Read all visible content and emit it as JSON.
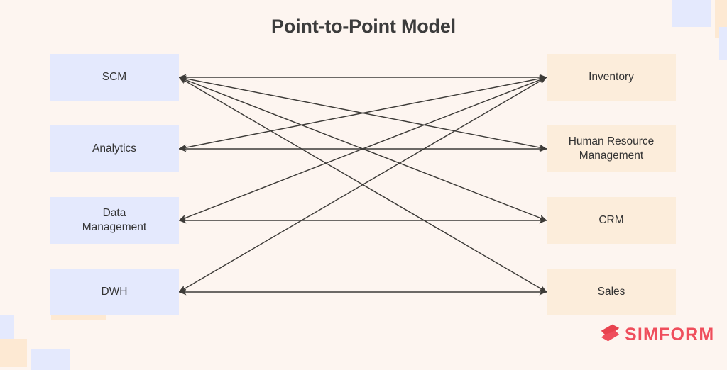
{
  "page": {
    "title": "Point-to-Point Model",
    "background_color": "#fdf5f0"
  },
  "colors": {
    "left_node": "#e4e9fd",
    "right_node": "#fceddb",
    "text": "#333333",
    "title_text": "#3c3c3c",
    "arrow": "#3d3b38",
    "brand": "#ef4e5c"
  },
  "diagram": {
    "left_column": [
      {
        "id": "scm",
        "label": "SCM"
      },
      {
        "id": "analytics",
        "label": "Analytics"
      },
      {
        "id": "data-management",
        "label": "Data\nManagement"
      },
      {
        "id": "dwh",
        "label": "DWH"
      }
    ],
    "right_column": [
      {
        "id": "inventory",
        "label": "Inventory"
      },
      {
        "id": "hrm",
        "label": "Human Resource\nManagement"
      },
      {
        "id": "crm",
        "label": "CRM"
      },
      {
        "id": "sales",
        "label": "Sales"
      }
    ],
    "connections": [
      {
        "from": "scm",
        "to": "inventory",
        "bidirectional": true
      },
      {
        "from": "scm",
        "to": "hrm",
        "bidirectional": true
      },
      {
        "from": "scm",
        "to": "crm",
        "bidirectional": true
      },
      {
        "from": "scm",
        "to": "sales",
        "bidirectional": true
      },
      {
        "from": "analytics",
        "to": "inventory",
        "bidirectional": true
      },
      {
        "from": "analytics",
        "to": "hrm",
        "bidirectional": true
      },
      {
        "from": "data-management",
        "to": "inventory",
        "bidirectional": true
      },
      {
        "from": "data-management",
        "to": "crm",
        "bidirectional": true
      },
      {
        "from": "dwh",
        "to": "inventory",
        "bidirectional": true
      },
      {
        "from": "dwh",
        "to": "sales",
        "bidirectional": true
      }
    ]
  },
  "logo": {
    "wordmark": "SIMFORM",
    "mark_icon": "simform-bolt-icon"
  }
}
